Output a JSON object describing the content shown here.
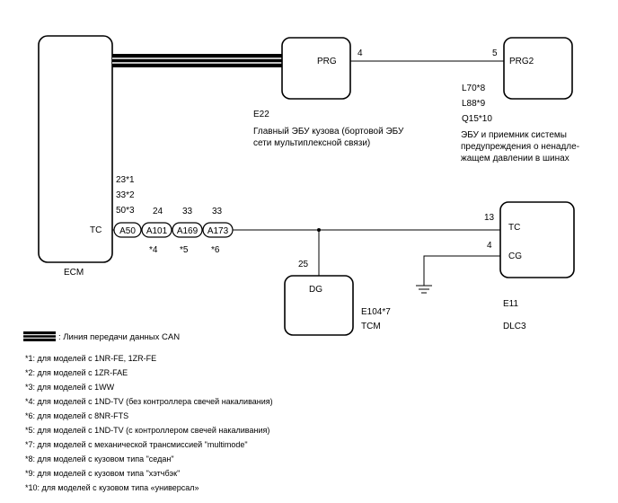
{
  "ecm": {
    "label": "ECM",
    "pin_name": "TC",
    "pin_numbers": [
      "23*1",
      "33*2",
      "50*3"
    ]
  },
  "prg_ecu": {
    "pin_name": "PRG",
    "code": "E22",
    "name_lines": [
      "Главный ЭБУ кузова (бортовой ЭБУ",
      "сети мультиплексной связи)"
    ],
    "pin_number": "4"
  },
  "prg2_ecu": {
    "pin_name": "PRG2",
    "pin_number": "5",
    "codes": [
      "L70*8",
      "L88*9",
      "Q15*10"
    ],
    "name_lines": [
      "ЭБУ и приемник системы",
      "предупреждения о ненадле-",
      "жащем давлении в шинах"
    ]
  },
  "connectors": [
    {
      "id": "A50",
      "pin": "",
      "note": ""
    },
    {
      "id": "A101",
      "pin": "24",
      "note": "*4"
    },
    {
      "id": "A169",
      "pin": "33",
      "note": "*5"
    },
    {
      "id": "A173",
      "pin": "33",
      "note": "*6"
    }
  ],
  "dlc3": {
    "pin_tc": "TC",
    "pin_tc_number": "13",
    "pin_cg": "CG",
    "pin_cg_number": "4",
    "code": "E11",
    "label": "DLC3"
  },
  "tcm": {
    "pin_name": "DG",
    "pin_number": "25",
    "code": "E104*7",
    "label": "TCM"
  },
  "legend": {
    "can_line": ": Линия передачи данных CAN"
  },
  "notes": [
    "*1: для моделей с 1NR-FE, 1ZR-FE",
    "*2: для моделей с 1ZR-FAE",
    "*3: для моделей с 1WW",
    "*4: для моделей с 1ND-TV (без контроллера свечей накаливания)",
    "*6: для моделей с 8NR-FTS",
    "*5: для моделей с 1ND-TV (с контроллером свечей накаливания)",
    "*7: для моделей с механической трансмиссией \"multimode\"",
    "*8: для моделей с кузовом типа \"седан\"",
    "*9: для моделей с кузовом типа \"хэтчбэк\"",
    "*10: для моделей с кузовом типа «универсал»"
  ]
}
